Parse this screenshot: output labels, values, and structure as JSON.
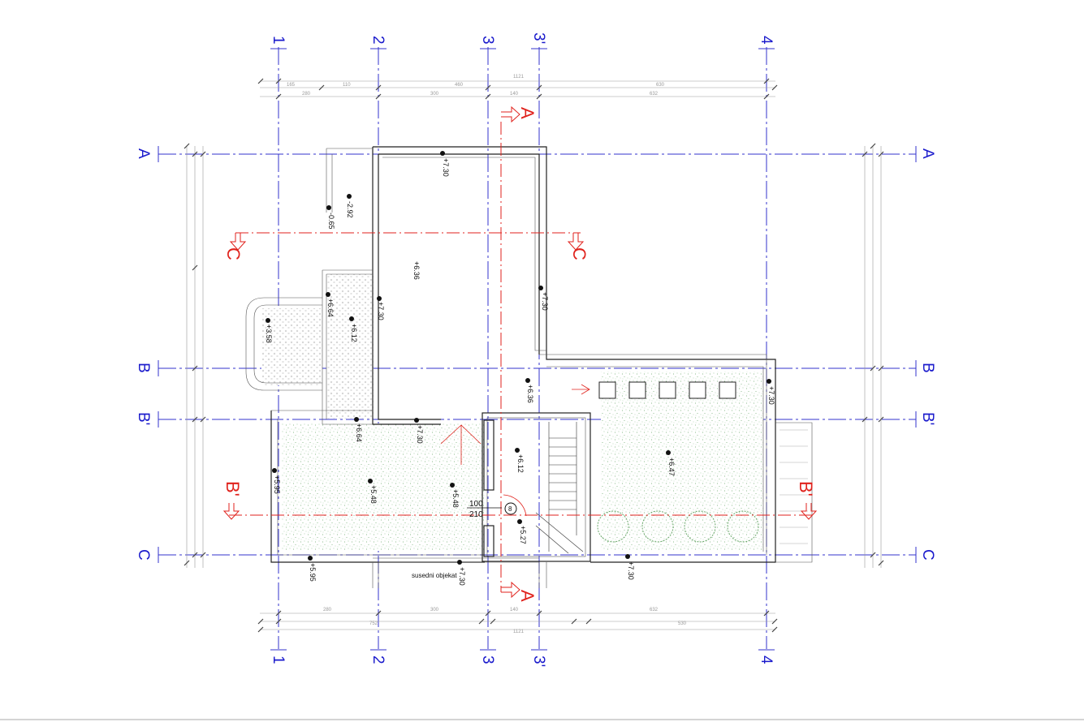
{
  "grid": {
    "vertical_labels": [
      "1",
      "2",
      "3",
      "3'",
      "4"
    ],
    "horizontal_labels": [
      "A",
      "B",
      "B'",
      "C"
    ]
  },
  "sections": {
    "a": "A",
    "c": "C",
    "b_prime": "B'"
  },
  "elevations": [
    "+7.30",
    "-2.92",
    "-0.65",
    "+6.36",
    "+7.30",
    "+6.64",
    "+6.12",
    "+7.30",
    "+3.58",
    "+6.36",
    "+7.30",
    "+6.64",
    "+7.30",
    "+6.12",
    "+6.47",
    "+5.95",
    "+5.48",
    "+5.48",
    "+5.27",
    "+5.95",
    "+7.30",
    "+7.30"
  ],
  "stair_label_top": "100",
  "stair_label_bottom": "210",
  "stair_circle": "8",
  "neighbor_label": "susedni objekat",
  "top_dims_row1": [
    "165",
    "110",
    "460",
    "1121",
    "630"
  ],
  "top_dims_row2": [
    "280",
    "300",
    "140",
    "632"
  ],
  "bottom_dims_row1": [
    "280",
    "300",
    "140",
    "632"
  ],
  "bottom_dims_row2": [
    "752",
    "1121",
    "530"
  ],
  "colors": {
    "axis": "#3333cc",
    "section": "#e0221c",
    "hatch": "#6aa86a"
  }
}
